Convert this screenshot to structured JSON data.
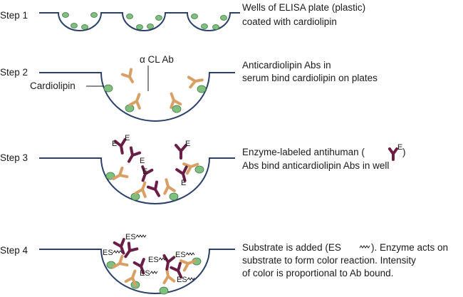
{
  "steps": [
    {
      "label": "Step 1",
      "desc": [
        "Wells of ELISA plate (plastic)",
        "coated with cardiolipin"
      ]
    },
    {
      "label": "Step 2",
      "desc": [
        "Anticardiolipin Abs in",
        "serum bind cardiolipin on plates"
      ]
    },
    {
      "label": "Step 3",
      "desc": [
        "Enzyme-labeled antihuman (",
        ")",
        "Abs bind anticardiolipin Abs in well"
      ]
    },
    {
      "label": "Step 4",
      "desc": [
        "Substrate is added (ES",
        "). Enzyme acts on",
        "substrate to form color reaction. Intensity",
        "of color is proportional to Ab bound."
      ]
    }
  ],
  "callouts": {
    "acl_ab": "α CL Ab",
    "cardiolipin": "Cardiolipin",
    "enzyme": "E",
    "substrate": "ES"
  },
  "colors": {
    "well_line": "#2b3f6b",
    "cardiolipin": "#7fbf7f",
    "anticardiolipin_ab": "#d9a066",
    "enzyme_labeled_ab": "#6b1e45"
  }
}
